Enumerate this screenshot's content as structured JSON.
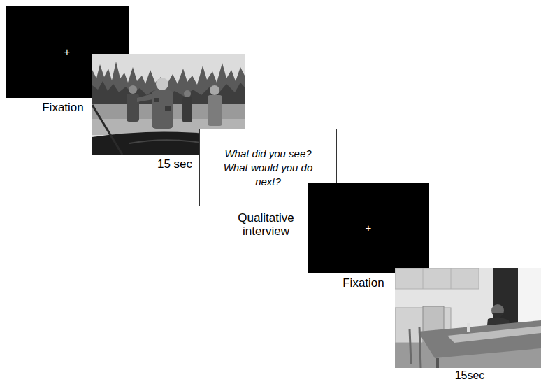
{
  "diagram": {
    "nodes": [
      {
        "text": [
          "+",
          "Fixation"
        ]
      },
      {
        "text": [
          "What did you see? What would you do next?",
          "Qualitative interview"
        ]
      },
      {
        "text": [
          "+",
          "Fixation"
        ]
      }
    ],
    "labels": [
      "15 sec",
      "15sec"
    ]
  }
}
